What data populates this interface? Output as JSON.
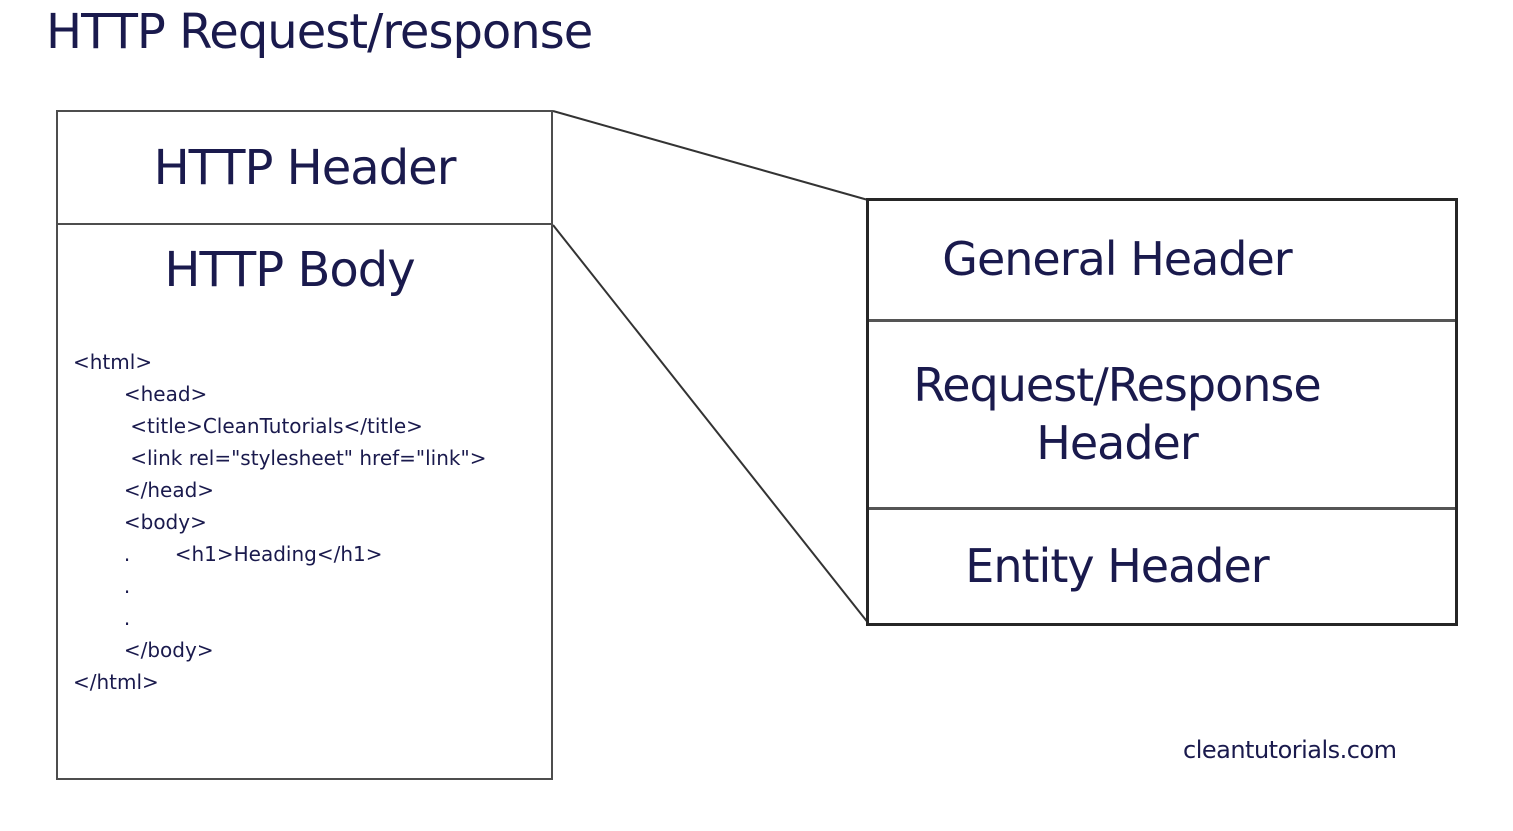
{
  "title": "HTTP Request/response",
  "watermark": "cleantutorials.com",
  "colors": {
    "text_navy": "#1a1a4d",
    "box_border_gray": "#4d4d4d",
    "box_border_dark": "#262626",
    "connector_line": "#333333",
    "background": "#ffffff"
  },
  "left_box": {
    "header_label": "HTTP Header",
    "body_label": "HTTP Body",
    "code_lines": [
      "<html>",
      "        <head>",
      "         <title>CleanTutorials</title>",
      "         <link rel=\"stylesheet\" href=\"link\">",
      "        </head>",
      "        <body>",
      "        .       <h1>Heading</h1>",
      "        .",
      "        .",
      "        </body>",
      "</html>"
    ]
  },
  "right_box": {
    "sections": [
      {
        "label": "General Header"
      },
      {
        "label": "Request/Response Header"
      },
      {
        "label": "Entity Header"
      }
    ]
  }
}
